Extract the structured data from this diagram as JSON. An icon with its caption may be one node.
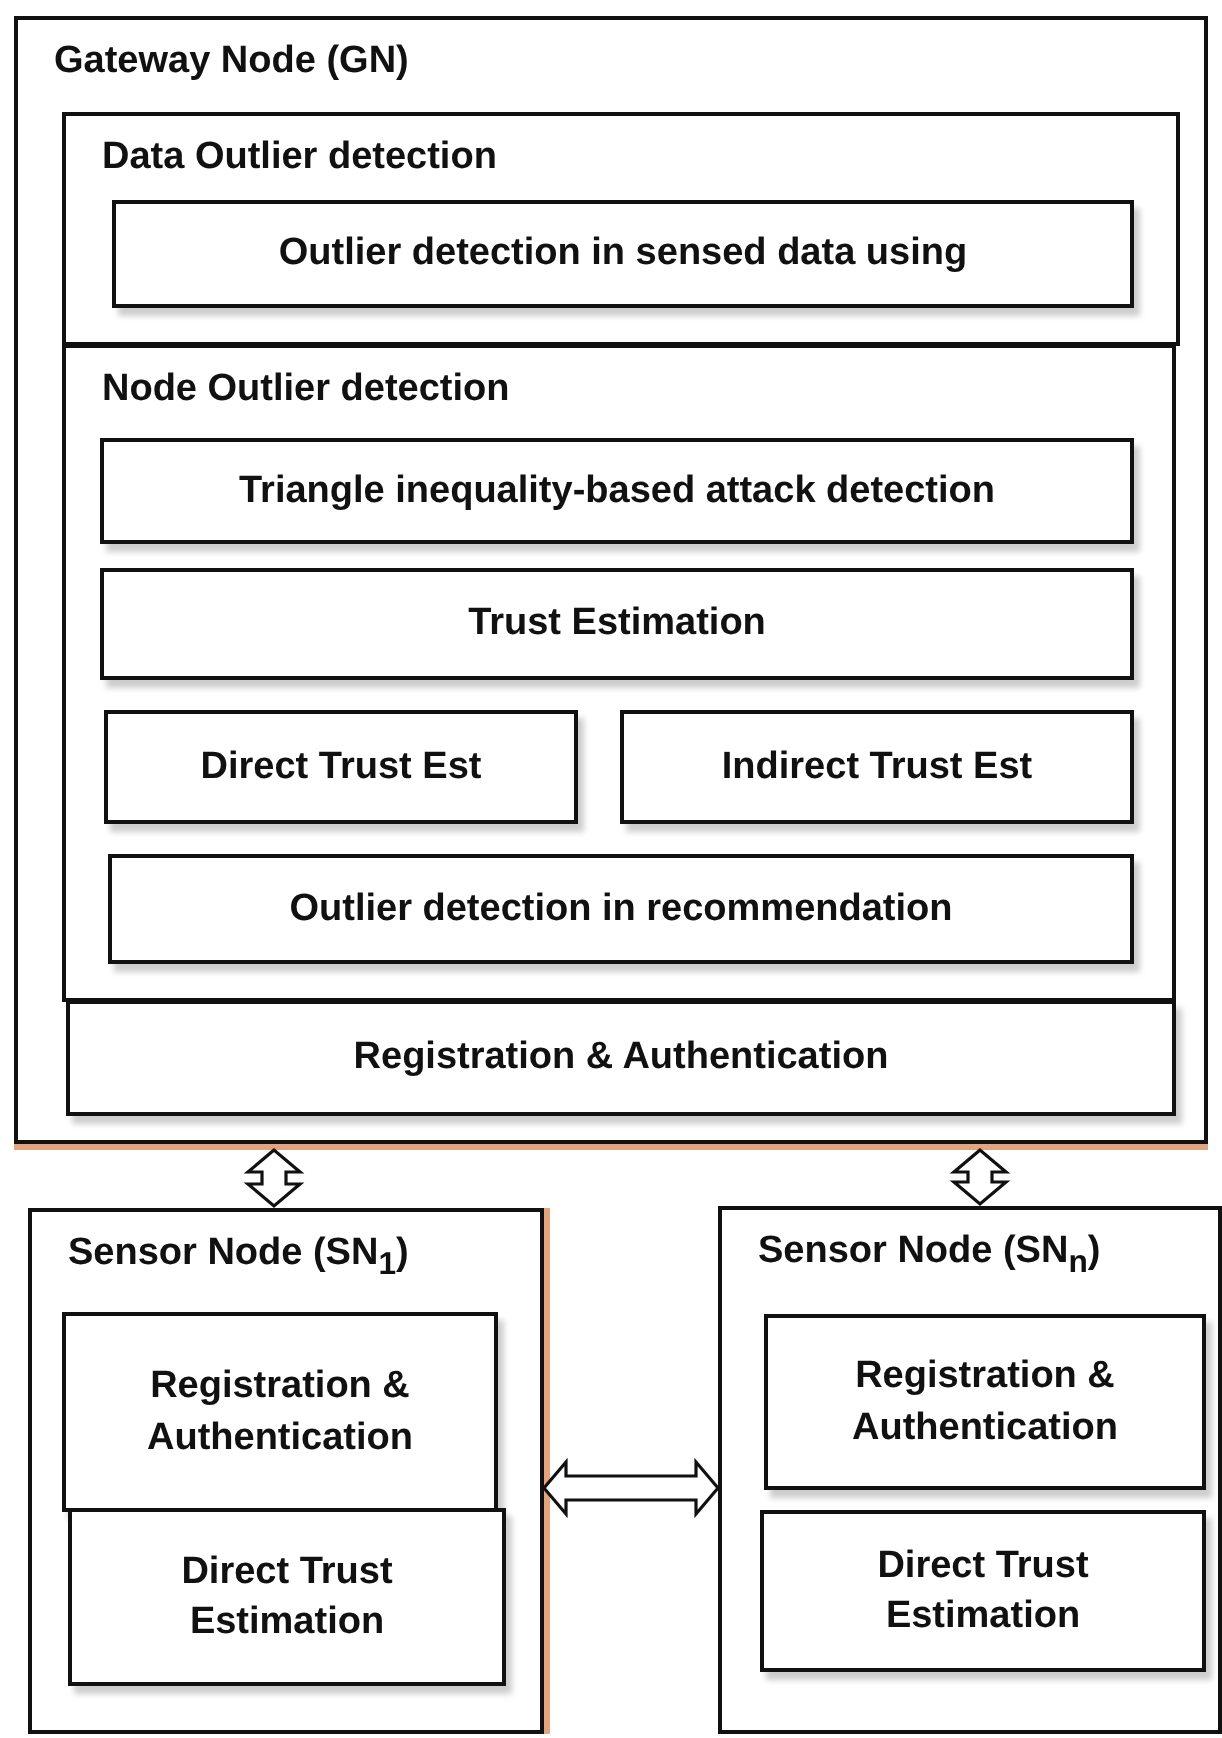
{
  "diagram": {
    "nodes": [
      {
        "text": [
          "Gateway Node (GN)"
        ]
      },
      {
        "text": [
          "Data Outlier detection"
        ],
        "in": 0
      },
      {
        "text": [
          "Outlier detection in sensed data using"
        ],
        "in": 1
      },
      {
        "text": [
          "Node Outlier detection"
        ],
        "in": 0
      },
      {
        "text": [
          "Triangle inequality-based attack detection"
        ],
        "in": 3
      },
      {
        "text": [
          "Trust Estimation"
        ],
        "in": 3
      },
      {
        "text": [
          "Direct Trust Est"
        ],
        "in": 3
      },
      {
        "text": [
          "Indirect Trust Est"
        ],
        "in": 3
      },
      {
        "text": [
          "Outlier detection in recommendation"
        ],
        "in": 3
      },
      {
        "text": [
          "Registration & Authentication"
        ],
        "in": 0
      },
      {
        "text": [
          "Sensor Node (SN$_{1}$)"
        ]
      },
      {
        "text": [
          "Registration & Authentication"
        ],
        "in": 10
      },
      {
        "text": [
          "Direct Trust Estimation"
        ],
        "in": 10
      },
      {
        "text": [
          "Sensor Node (SN$_{n}$)"
        ]
      },
      {
        "text": [
          "Registration & Authentication"
        ],
        "in": 13
      },
      {
        "text": [
          "Direct Trust Estimation"
        ],
        "in": 13
      }
    ],
    "edges": [
      {
        "from": 0,
        "to": 10,
        "arrow": "both"
      },
      {
        "from": 0,
        "to": 13,
        "arrow": "both"
      },
      {
        "from": 10,
        "to": 13,
        "arrow": "both"
      }
    ]
  }
}
